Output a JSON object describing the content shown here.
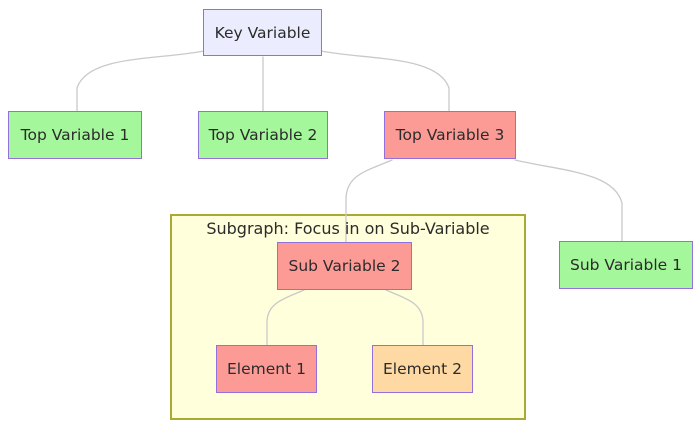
{
  "diagram": {
    "type": "flowchart-top-down",
    "nodes": {
      "key": {
        "label": "Key Variable",
        "fill": "#ECECFF"
      },
      "top1": {
        "label": "Top Variable 1",
        "fill": "#A4F79B"
      },
      "top2": {
        "label": "Top Variable 2",
        "fill": "#A4F79B"
      },
      "top3": {
        "label": "Top Variable 3",
        "fill": "#FC9B96"
      },
      "sub1": {
        "label": "Sub Variable 1",
        "fill": "#A4F79B"
      },
      "sub2": {
        "label": "Sub Variable 2",
        "fill": "#FC9B96"
      },
      "el1": {
        "label": "Element 1",
        "fill": "#FC9B96"
      },
      "el2": {
        "label": "Element 2",
        "fill": "#FFD9A3"
      }
    },
    "subgraph": {
      "title": "Subgraph: Focus in on Sub-Variable",
      "fill": "#FFFFDC",
      "border_color": "#AAAA33",
      "contains": [
        "sub2",
        "el1",
        "el2"
      ]
    },
    "edges": [
      {
        "from": "Key Variable",
        "to": "Top Variable 1"
      },
      {
        "from": "Key Variable",
        "to": "Top Variable 2"
      },
      {
        "from": "Key Variable",
        "to": "Top Variable 3"
      },
      {
        "from": "Top Variable 3",
        "to": "Sub Variable 2"
      },
      {
        "from": "Top Variable 3",
        "to": "Sub Variable 1"
      },
      {
        "from": "Sub Variable 2",
        "to": "Element 1"
      },
      {
        "from": "Sub Variable 2",
        "to": "Element 2"
      }
    ],
    "colors": {
      "node_border": "#9370DB",
      "edge_line": "#C9C9C9",
      "text": "#2B2B2B",
      "background": "#FFFFFF"
    }
  }
}
